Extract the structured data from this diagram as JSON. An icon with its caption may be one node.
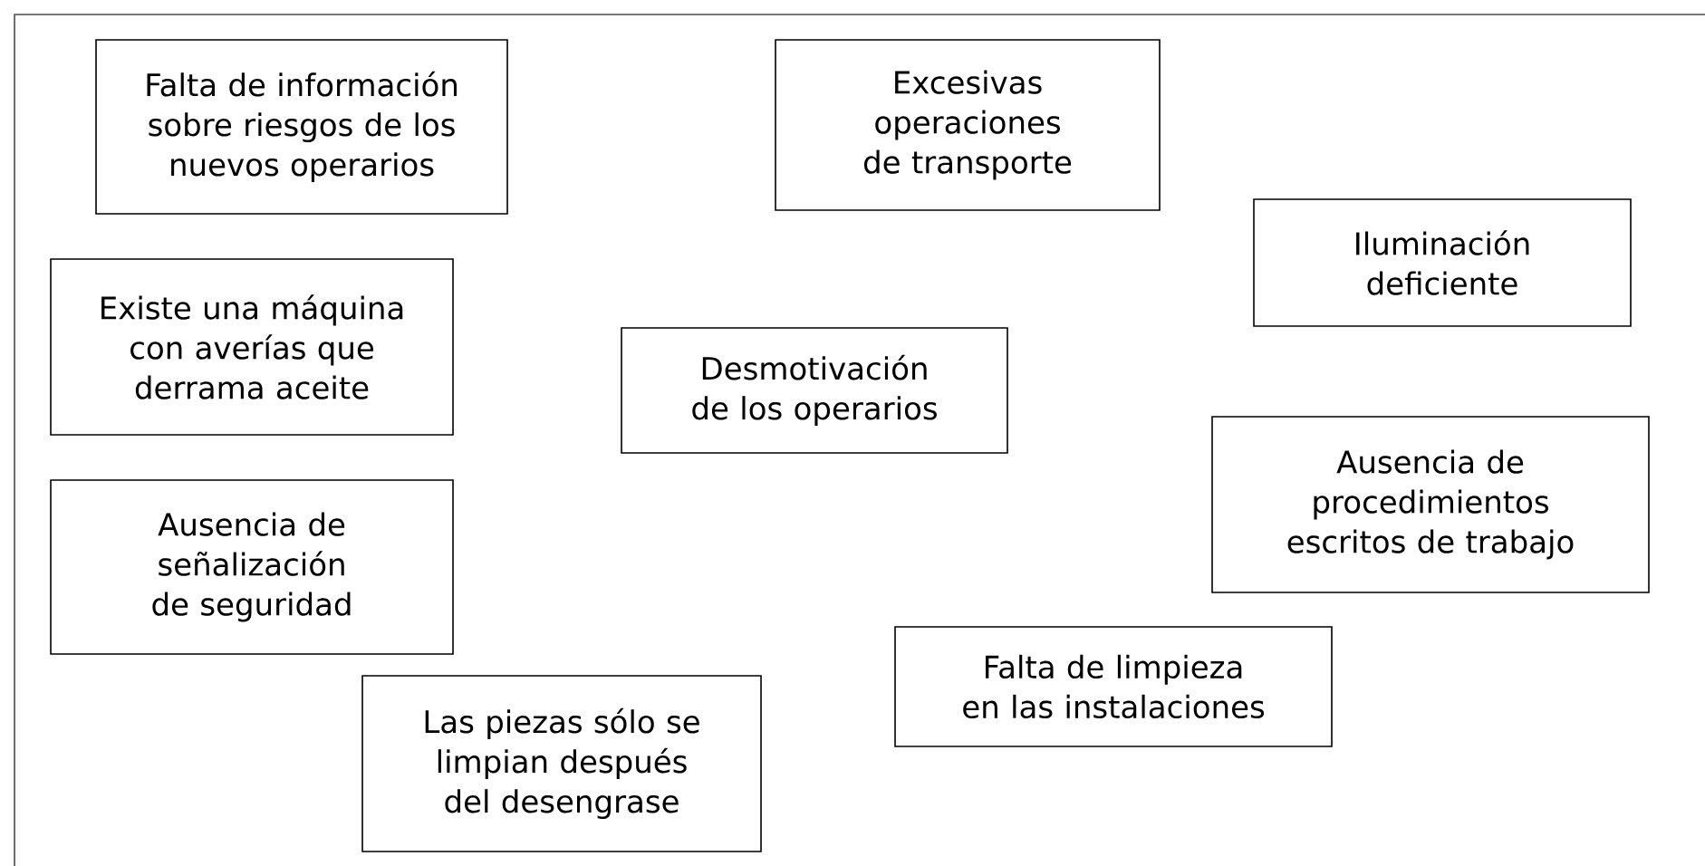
{
  "diagram": {
    "nodes": [
      {
        "text": [
          "Falta de información sobre riesgos de los nuevos operarios"
        ]
      },
      {
        "text": [
          "Excesivas operaciones de transporte"
        ]
      },
      {
        "text": [
          "Iluminación deficiente"
        ]
      },
      {
        "text": [
          "Existe una máquina con averías que derrama aceite"
        ]
      },
      {
        "text": [
          "Desmotivación de los operarios"
        ]
      },
      {
        "text": [
          "Ausencia de procedimientos escritos de trabajo"
        ]
      },
      {
        "text": [
          "Ausencia de señalización de seguridad"
        ]
      },
      {
        "text": [
          "Falta de limpieza en las instalaciones"
        ]
      },
      {
        "text": [
          "Las piezas sólo se limpian después del desengrase"
        ]
      }
    ]
  }
}
